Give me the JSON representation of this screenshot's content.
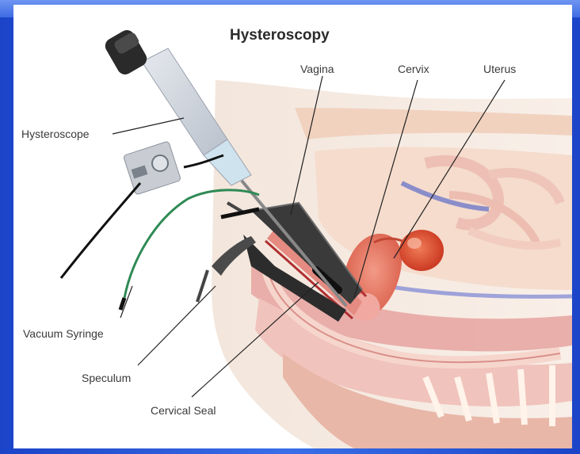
{
  "diagram": {
    "title": "Hysteroscopy",
    "labels": {
      "vagina": "Vagina",
      "cervix": "Cervix",
      "uterus": "Uterus",
      "hysteroscope": "Hysteroscope",
      "vacuum_syringe": "Vacuum Syringe",
      "speculum": "Speculum",
      "cervical_seal": "Cervical Seal"
    }
  },
  "colors": {
    "background": "#2a5bd7",
    "panel": "#ffffff",
    "tissue_pink": "#f2b9aa",
    "organ_red": "#d23a2a",
    "tube_green": "#2f8a55",
    "leader_line": "#222222"
  }
}
